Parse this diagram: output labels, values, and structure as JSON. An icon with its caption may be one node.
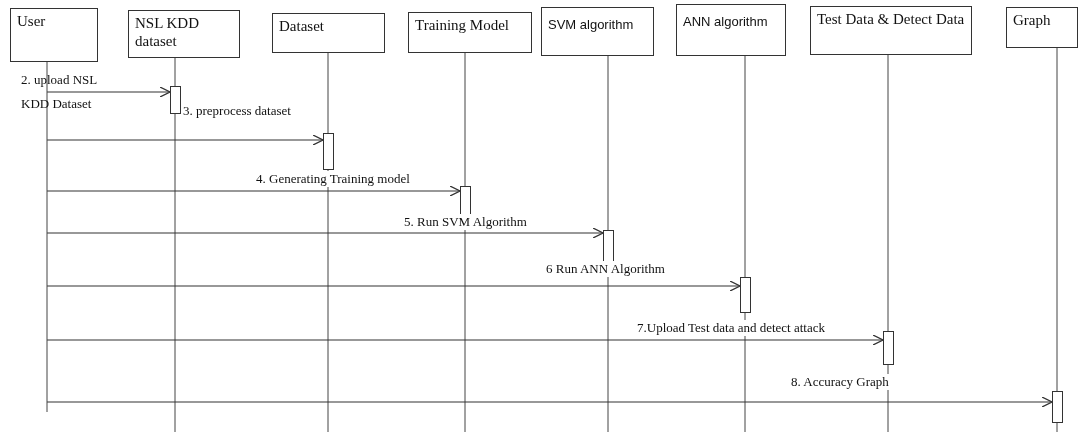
{
  "diagram": {
    "nodes": [
      {
        "text": [
          "User"
        ]
      },
      {
        "text": [
          "NSL KDD dataset"
        ]
      },
      {
        "text": [
          "Dataset"
        ]
      },
      {
        "text": [
          "Training Model"
        ]
      },
      {
        "text": [
          "SVM algorithm"
        ]
      },
      {
        "text": [
          "ANN algorithm"
        ]
      },
      {
        "text": [
          "Test Data & Detect Data"
        ]
      },
      {
        "text": [
          "Graph"
        ]
      },
      {
        "text": [],
        "shape": "bar"
      },
      {
        "text": [],
        "shape": "bar"
      },
      {
        "text": [],
        "shape": "bar"
      },
      {
        "text": [],
        "shape": "bar"
      },
      {
        "text": [],
        "shape": "bar"
      },
      {
        "text": [],
        "shape": "bar"
      },
      {
        "text": [],
        "shape": "bar"
      }
    ],
    "edges": [
      {
        "from": 0,
        "to": 8,
        "arrow": "to",
        "label": "2. upload NSL KDD Dataset"
      },
      {
        "from": 0,
        "to": 9,
        "arrow": "to",
        "label": "3. preprocess dataset"
      },
      {
        "from": 0,
        "to": 10,
        "arrow": "to",
        "label": "4. Generating Training model"
      },
      {
        "from": 0,
        "to": 11,
        "arrow": "to",
        "label": "5. Run SVM Algorithm"
      },
      {
        "from": 0,
        "to": 12,
        "arrow": "to",
        "label": "6 Run ANN Algorithm"
      },
      {
        "from": 0,
        "to": 13,
        "arrow": "to",
        "label": "7.Upload Test data and detect attack"
      },
      {
        "from": 0,
        "to": 14,
        "arrow": "to",
        "label": "8. Accuracy Graph"
      }
    ]
  }
}
